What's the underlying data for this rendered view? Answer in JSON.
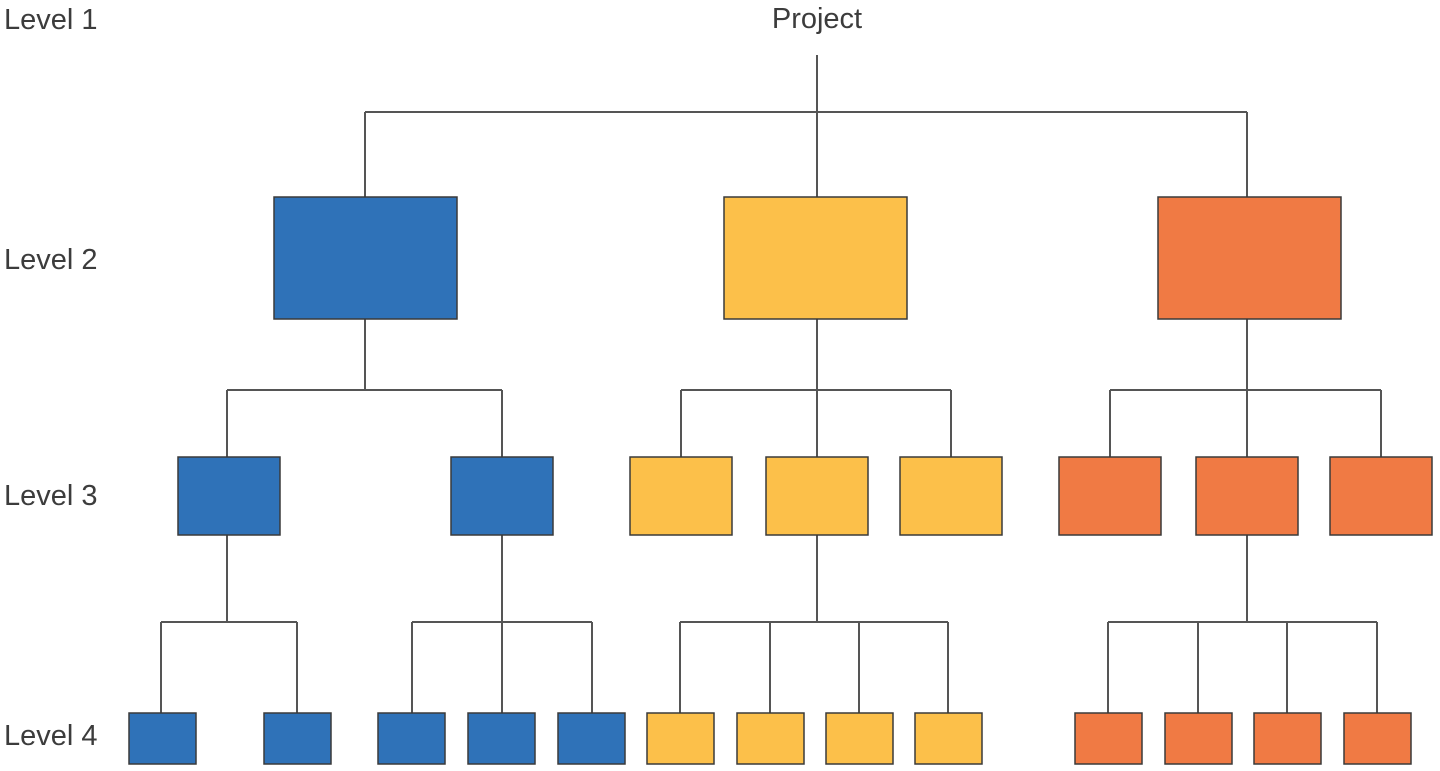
{
  "levels": {
    "level1": "Level 1",
    "level2": "Level 2",
    "level3": "Level 3",
    "level4": "Level 4"
  },
  "root": {
    "label": "Project"
  },
  "colors": {
    "blue": "#2f72b8",
    "yellow": "#fcc04a",
    "orange": "#f07a44",
    "connector": "#555555",
    "text": "#3c3c3c"
  },
  "branches": [
    {
      "name": "blue",
      "color": "#2f72b8",
      "level3_count": 2,
      "level4_counts": [
        2,
        3,
        0
      ]
    },
    {
      "name": "yellow",
      "color": "#fcc04a",
      "level3_count": 3,
      "level4_counts": [
        0,
        4,
        0
      ]
    },
    {
      "name": "orange",
      "color": "#f07a44",
      "level3_count": 3,
      "level4_counts": [
        0,
        4,
        0
      ]
    }
  ]
}
